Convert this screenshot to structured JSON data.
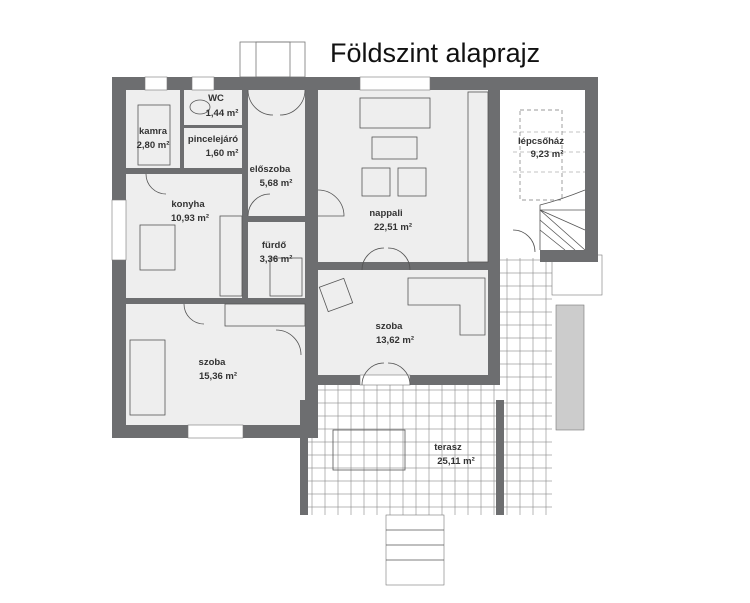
{
  "title": "Földszint alaprajz",
  "rooms": [
    {
      "name": "WC",
      "area": "1,44 m²"
    },
    {
      "name": "kamra",
      "area": "2,80 m²"
    },
    {
      "name": "pincelejáró",
      "area": "1,60 m²"
    },
    {
      "name": "előszoba",
      "area": "5,68 m²"
    },
    {
      "name": "konyha",
      "area": "10,93 m²"
    },
    {
      "name": "fürdő",
      "area": "3,36 m²"
    },
    {
      "name": "nappali",
      "area": "22,51 m²"
    },
    {
      "name": "lépcsőház",
      "area": "9,23 m²"
    },
    {
      "name": "szoba",
      "area": "13,62 m²"
    },
    {
      "name": "szoba",
      "area": "15,36 m²"
    },
    {
      "name": "terasz",
      "area": "25,11 m²"
    }
  ],
  "colors": {
    "wall": "#6d6e70",
    "floor": "#eeeeee"
  }
}
